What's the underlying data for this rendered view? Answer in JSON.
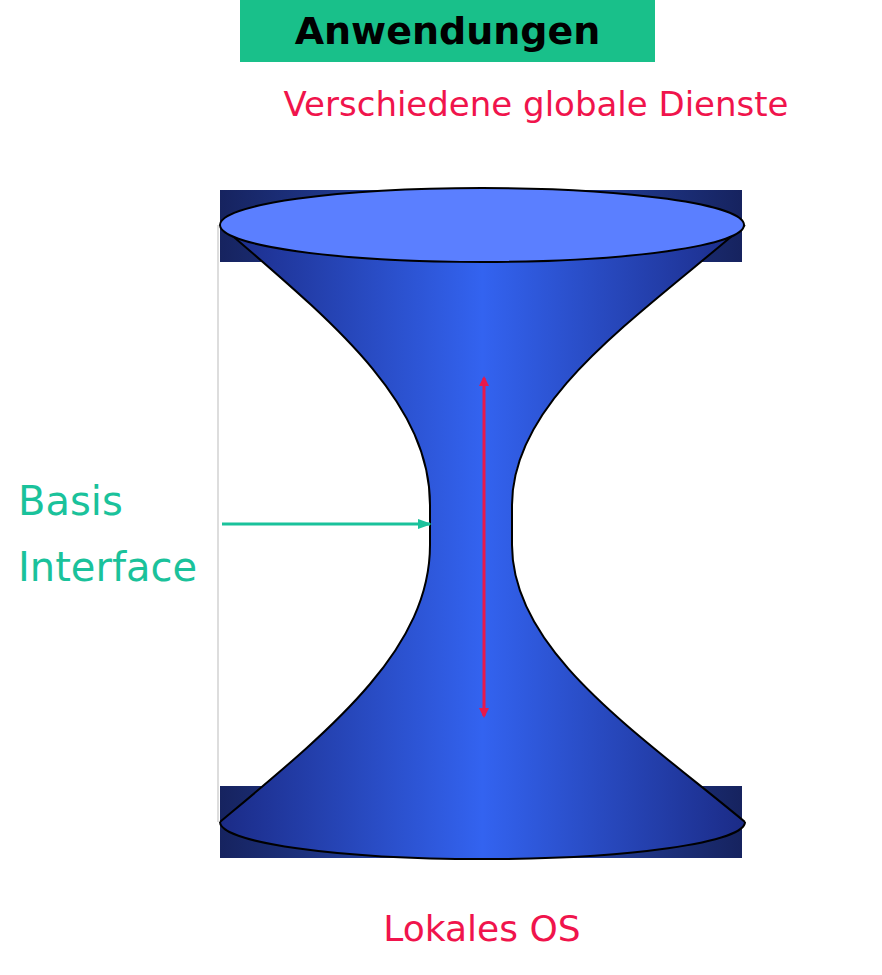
{
  "diagram": {
    "nodes": [
      {
        "text": [
          "Anwendungen"
        ]
      }
    ],
    "labels": [
      "Verschiedene globale Dienste",
      "Basis Interface",
      "Lokales OS"
    ]
  }
}
